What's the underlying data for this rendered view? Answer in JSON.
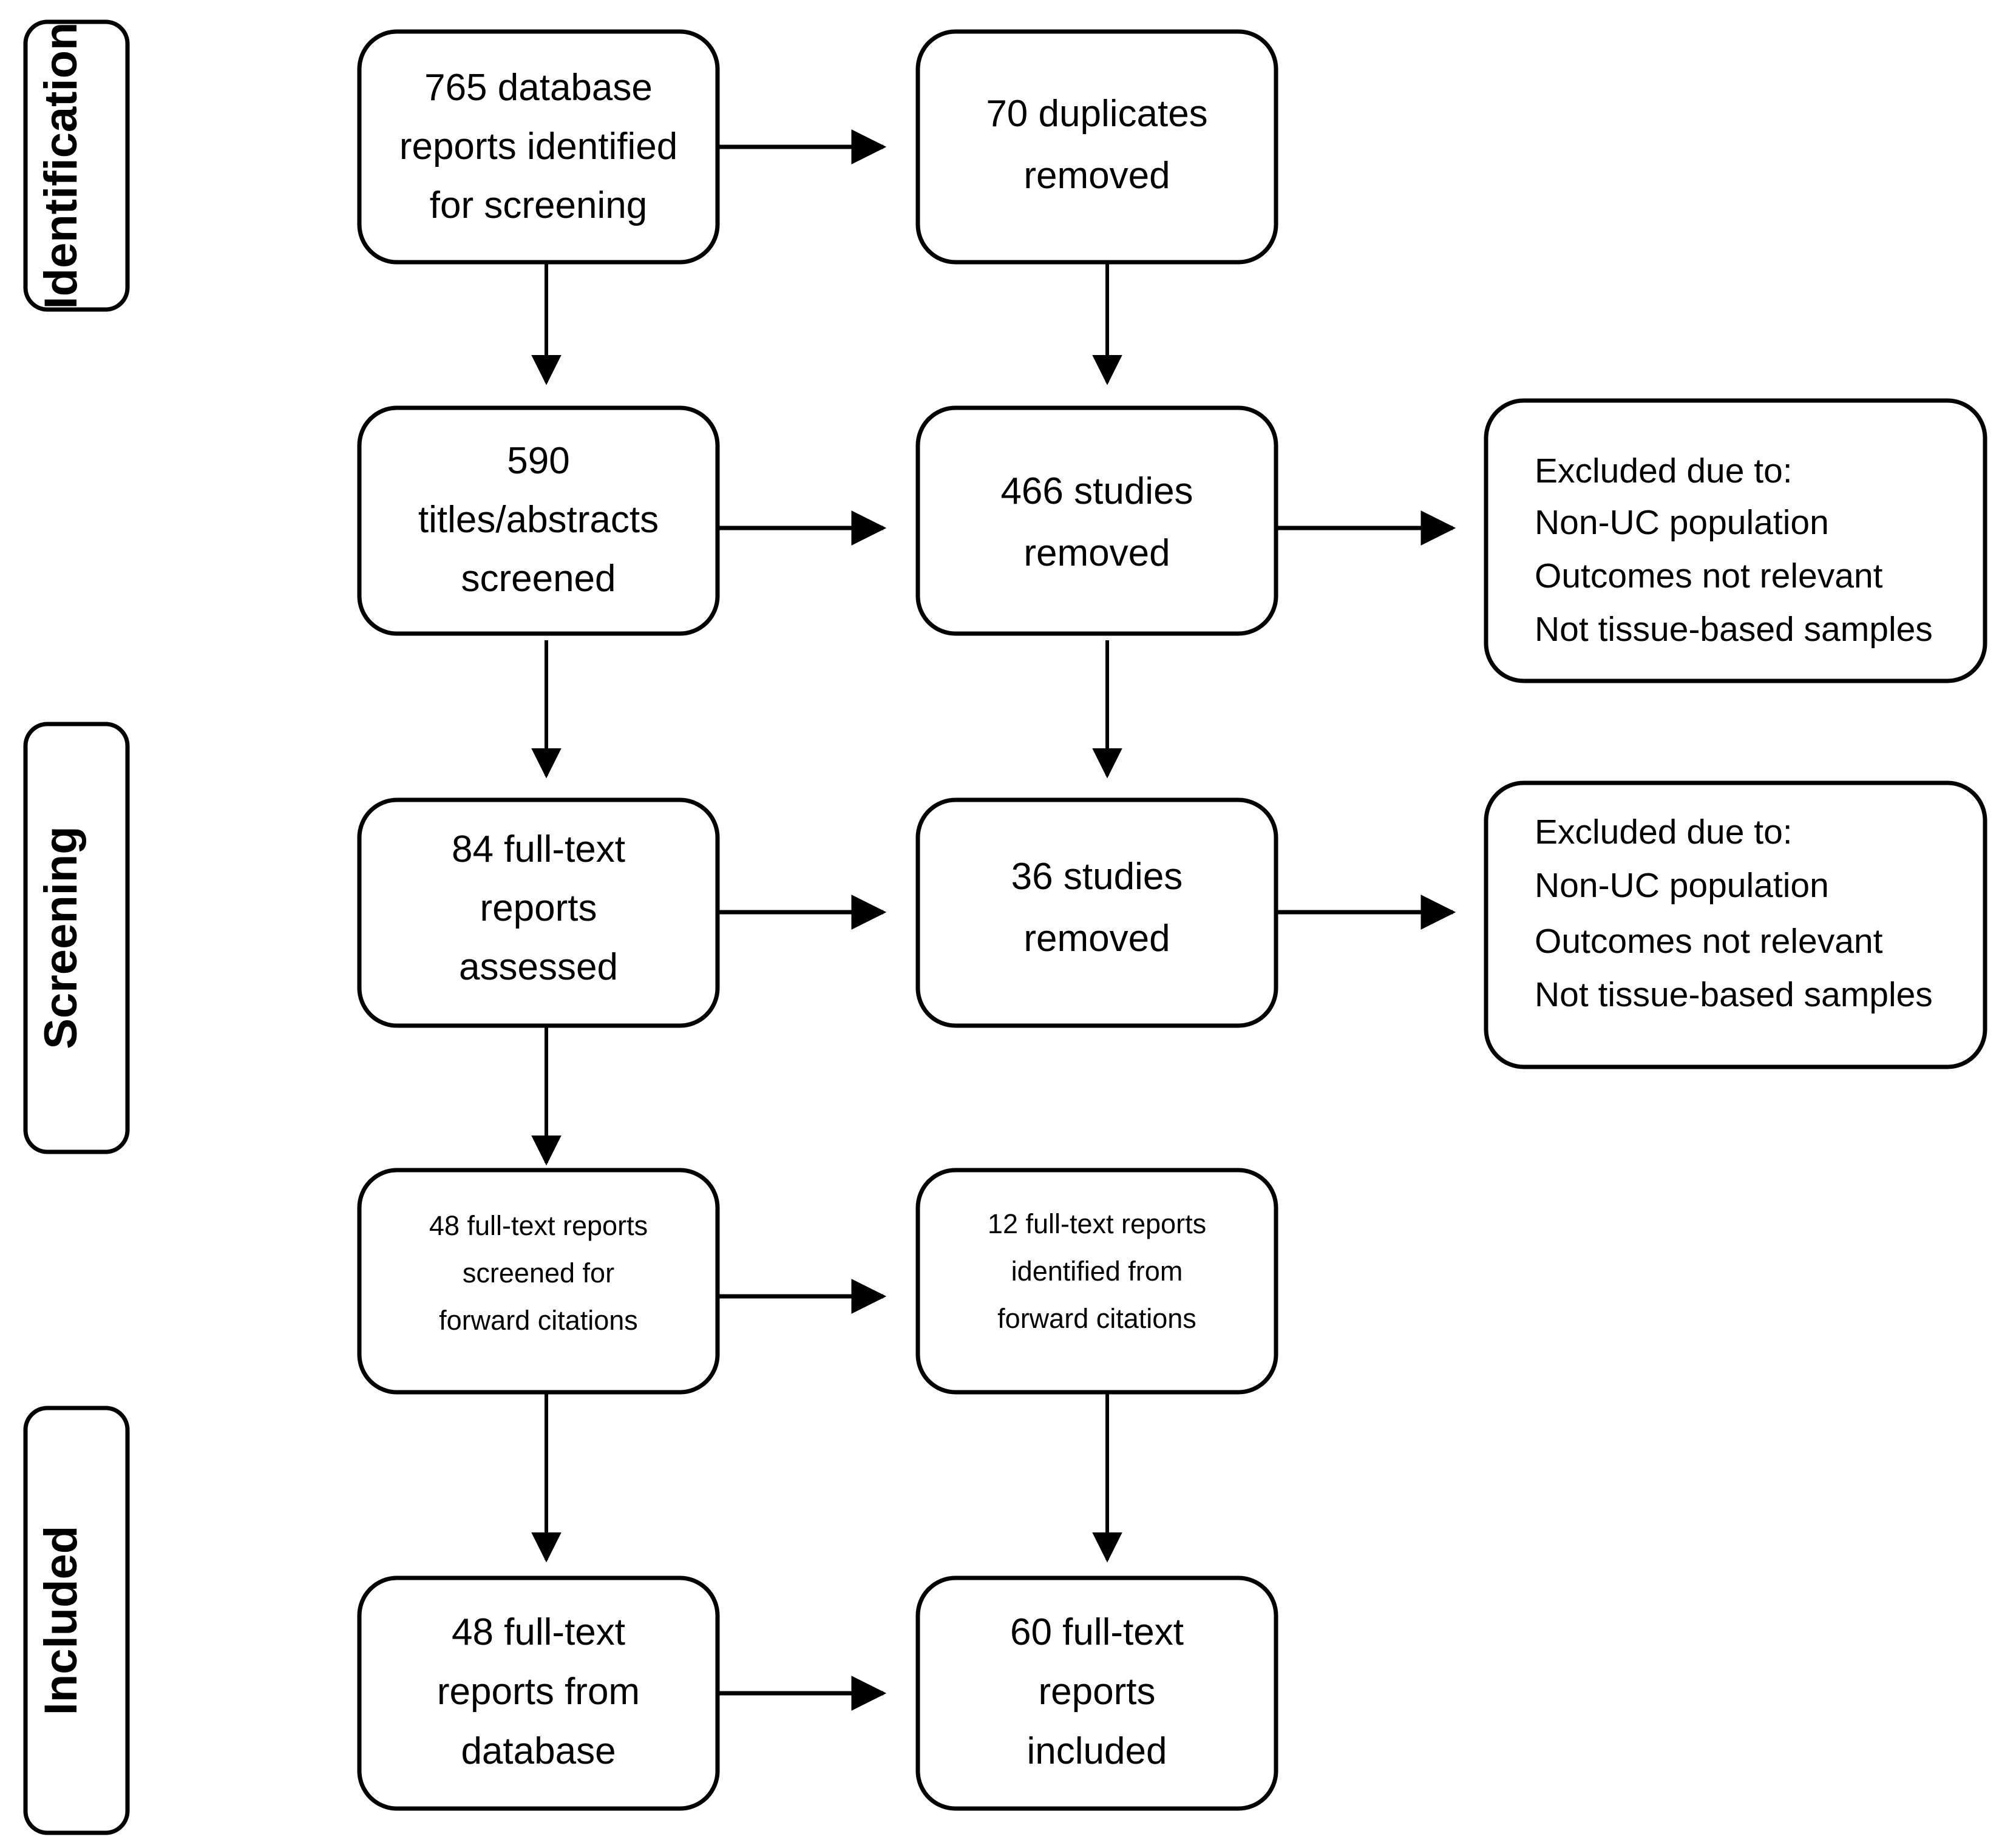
{
  "diagram": {
    "title": "PRISMA study selection flow diagram",
    "type": "flowchart",
    "stroke_color": "#000000",
    "fill_color": "#ffffff"
  },
  "stages": [
    {
      "id": "identification",
      "label": "Identification"
    },
    {
      "id": "screening",
      "label": "Screening"
    },
    {
      "id": "included",
      "label": "Included"
    }
  ],
  "nodes": {
    "n1": {
      "lines": [
        "765 database",
        "reports identified",
        "for screening"
      ]
    },
    "n2": {
      "lines": [
        "70 duplicates",
        "removed"
      ]
    },
    "n3": {
      "lines": [
        "590",
        "titles/abstracts",
        "screened"
      ]
    },
    "n4": {
      "lines": [
        "466 studies",
        "removed"
      ]
    },
    "n5": {
      "lines": [
        "Excluded due to:",
        "Non-UC population",
        "Outcomes not relevant",
        "Not tissue-based samples"
      ]
    },
    "n6": {
      "lines": [
        "84 full-text",
        "reports",
        "assessed"
      ]
    },
    "n7": {
      "lines": [
        "36 studies",
        "removed"
      ]
    },
    "n8": {
      "lines": [
        "Excluded due to:",
        "Non-UC population",
        "Outcomes not relevant",
        "Not tissue-based samples"
      ]
    },
    "n9": {
      "lines": [
        "48 full-text reports",
        "screened  for",
        "forward citations"
      ]
    },
    "n10": {
      "lines": [
        "12 full-text reports",
        "identified  from",
        "forward citations"
      ]
    },
    "n11": {
      "lines": [
        "48 full-text",
        "reports from",
        "database"
      ]
    },
    "n12": {
      "lines": [
        "60 full-text",
        "reports",
        "included"
      ]
    }
  },
  "flow_counts": {
    "database_reports_identified": 765,
    "duplicates_removed": 70,
    "titles_abstracts_screened": 590,
    "studies_removed_screening": 466,
    "full_text_reports_assessed": 84,
    "studies_removed_fulltext": 36,
    "full_text_screened_forward": 48,
    "full_text_identified_forward": 12,
    "full_text_from_database": 48,
    "full_text_included": 60
  }
}
